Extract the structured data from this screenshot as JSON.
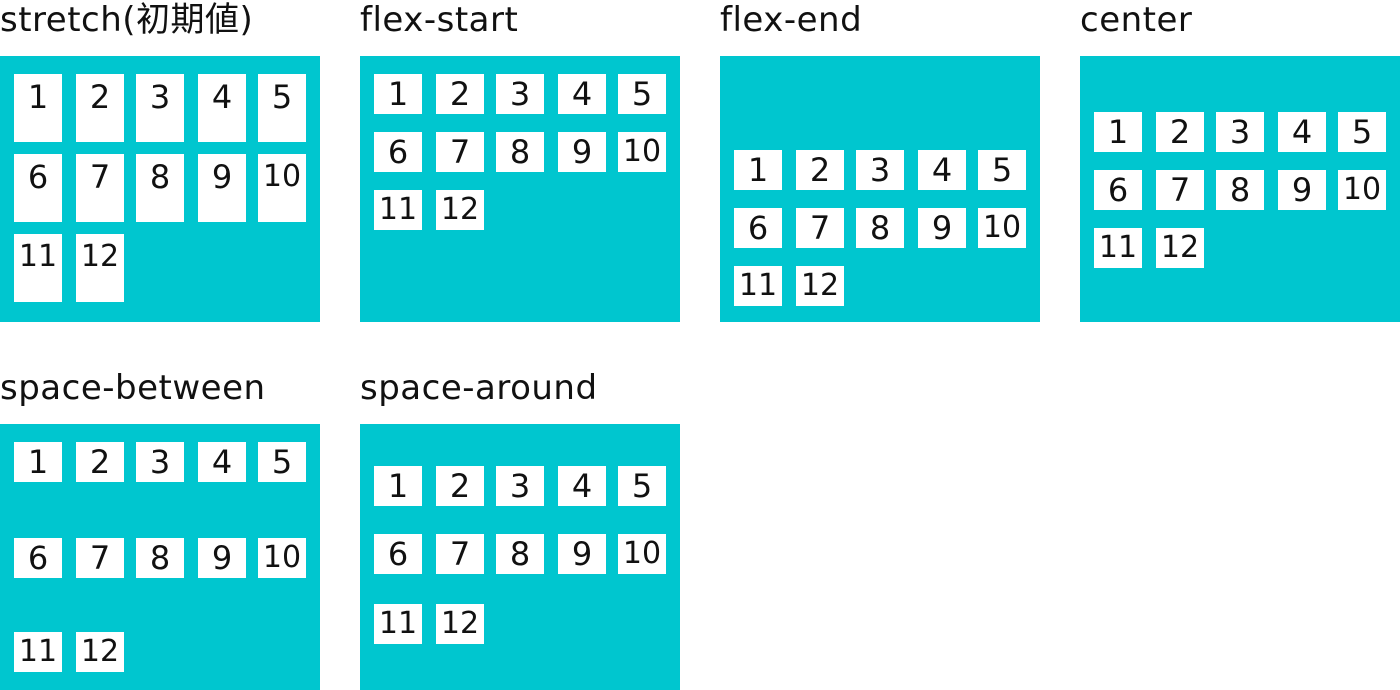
{
  "colors": {
    "container": "#00c6cf",
    "item": "#ffffff",
    "text": "#111111"
  },
  "items": [
    "1",
    "2",
    "3",
    "4",
    "5",
    "6",
    "7",
    "8",
    "9",
    "10",
    "11",
    "12"
  ],
  "panels": [
    {
      "id": "stretch",
      "title": "stretch(初期値)"
    },
    {
      "id": "flex-start",
      "title": "flex-start"
    },
    {
      "id": "flex-end",
      "title": "flex-end"
    },
    {
      "id": "center",
      "title": "center"
    },
    {
      "id": "space-between",
      "title": "space-between"
    },
    {
      "id": "space-around",
      "title": "space-around"
    }
  ]
}
